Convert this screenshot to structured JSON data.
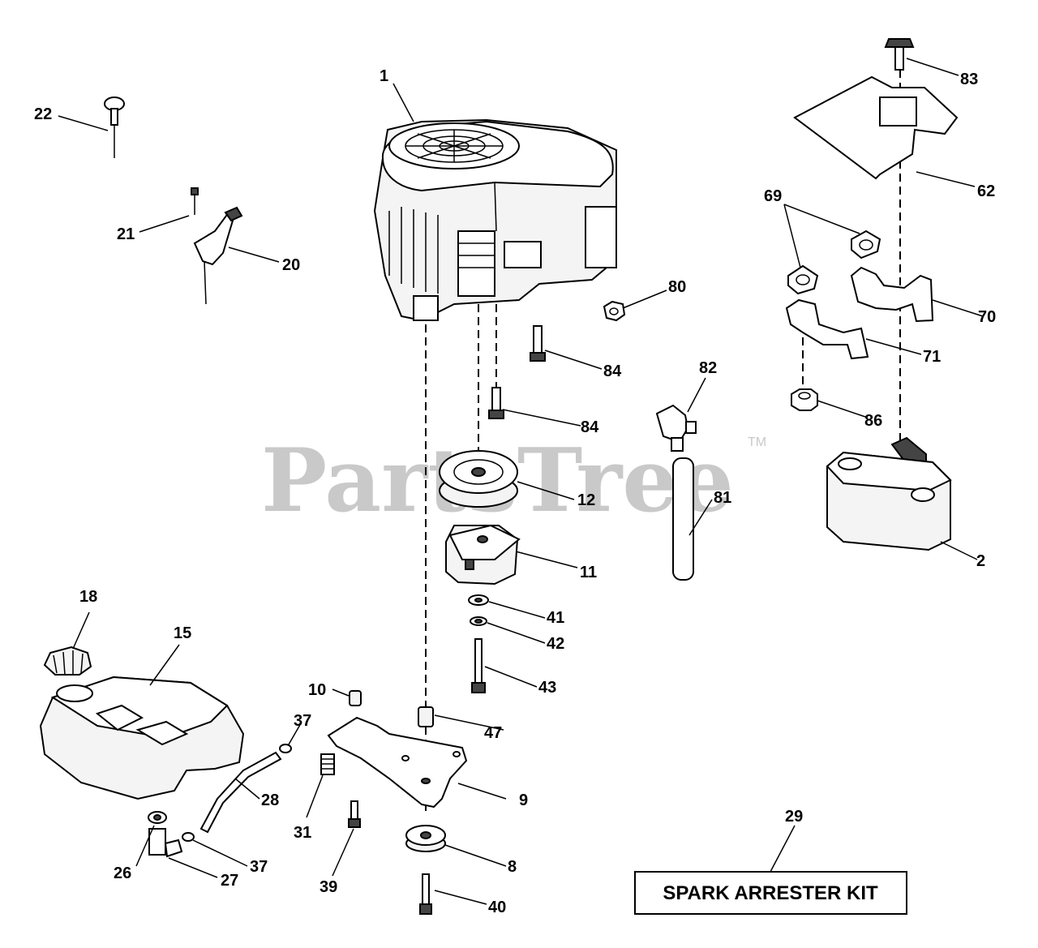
{
  "watermark": {
    "brand": "PartsTree",
    "trademark": "TM"
  },
  "kit_box": {
    "label": "SPARK ARRESTER KIT"
  },
  "callouts": {
    "c1": "1",
    "c2": "2",
    "c8": "8",
    "c9": "9",
    "c10": "10",
    "c11": "11",
    "c12": "12",
    "c15": "15",
    "c18": "18",
    "c20": "20",
    "c21": "21",
    "c22": "22",
    "c26": "26",
    "c27": "27",
    "c28": "28",
    "c29": "29",
    "c31": "31",
    "c37a": "37",
    "c37b": "37",
    "c39": "39",
    "c40": "40",
    "c41": "41",
    "c42": "42",
    "c43": "43",
    "c47": "47",
    "c62": "62",
    "c69": "69",
    "c70": "70",
    "c71": "71",
    "c80": "80",
    "c81": "81",
    "c82": "82",
    "c83": "83",
    "c84a": "84",
    "c84b": "84",
    "c86": "86"
  }
}
